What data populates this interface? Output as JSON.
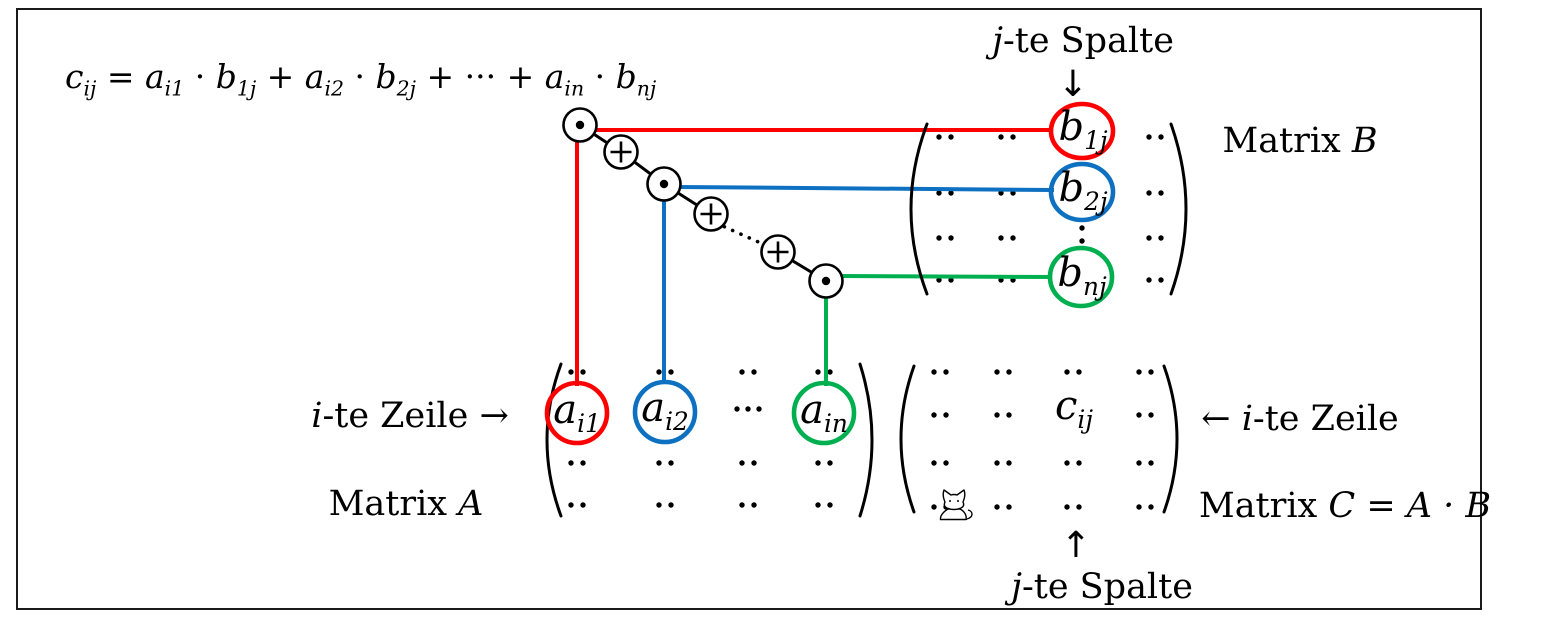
{
  "diagram": {
    "formula": {
      "segments": [
        {
          "base": "c",
          "sub": "ij"
        },
        {
          "base": " = "
        },
        {
          "base": "a",
          "sub": "i1"
        },
        {
          "base": " · "
        },
        {
          "base": "b",
          "sub": "1j"
        },
        {
          "base": " + "
        },
        {
          "base": "a",
          "sub": "i2"
        },
        {
          "base": " · "
        },
        {
          "base": "b",
          "sub": "2j"
        },
        {
          "base": " + ··· + "
        },
        {
          "base": "a",
          "sub": "in"
        },
        {
          "base": " · "
        },
        {
          "base": "b",
          "sub": "nj"
        }
      ]
    },
    "labels": {
      "col_top": {
        "var": "j",
        "text": "-te Spalte"
      },
      "arrow_down": "↓",
      "matrix_b": {
        "text": "Matrix ",
        "var": "B"
      },
      "row_left": {
        "var": "i",
        "text": "-te Zeile",
        "arrow": " →"
      },
      "matrix_a": {
        "text": "Matrix ",
        "var": "A"
      },
      "row_right": {
        "arrow": "← ",
        "var": "i",
        "text": "-te Zeile"
      },
      "matrix_c": {
        "text": "Matrix ",
        "expr": "C = A · B"
      },
      "arrow_up": "↑",
      "col_bottom": {
        "var": "j",
        "text": "-te Spalte"
      }
    },
    "matrix_a_entries": {
      "a_i1": {
        "base": "a",
        "sub": "i1"
      },
      "a_i2": {
        "base": "a",
        "sub": "i2"
      },
      "cdots": "···",
      "a_in": {
        "base": "a",
        "sub": "in"
      }
    },
    "matrix_b_entries": {
      "b_1j": {
        "base": "b",
        "sub": "1j"
      },
      "b_2j": {
        "base": "b",
        "sub": "2j"
      },
      "vdots": "⋮",
      "b_nj": {
        "base": "b",
        "sub": "nj"
      }
    },
    "matrix_c_entries": {
      "c_ij": {
        "base": "c",
        "sub": "ij"
      }
    },
    "placeholder_dots": "··",
    "operation_nodes": [
      "multiply",
      "add",
      "multiply",
      "add",
      "add",
      "multiply"
    ],
    "colors": {
      "red": "#ff0000",
      "blue": "#0d70c0",
      "green": "#00b050",
      "line_black": "#000000"
    },
    "cursor_icon": "cat"
  }
}
